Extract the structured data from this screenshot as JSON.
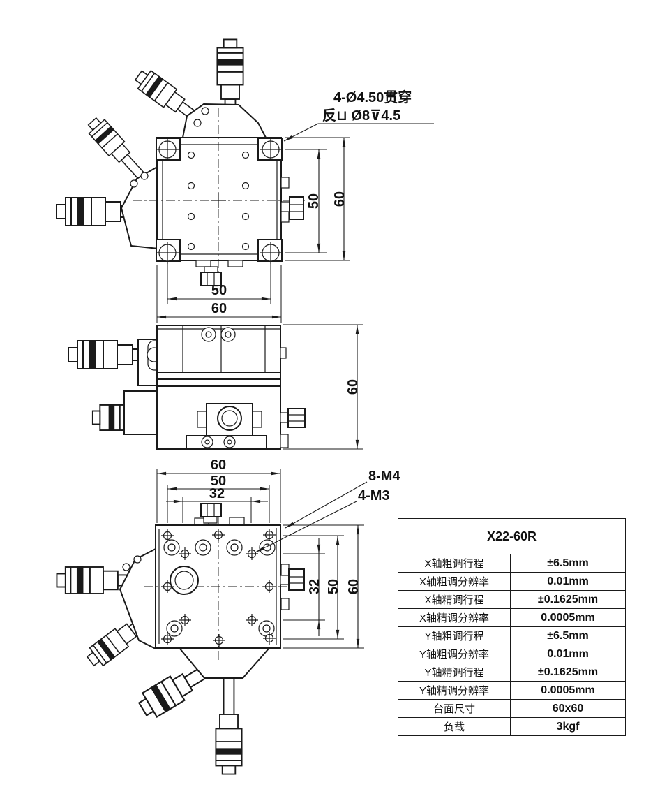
{
  "page": {
    "background": "#ffffff",
    "line_color": "#1a1a1a",
    "description": "Engineering drawing of XY positioning stage with three orthographic views and specification table"
  },
  "annotation": {
    "line1": "4-Ø4.50贯穿",
    "line2": "反⊔ Ø8⊽4.5"
  },
  "leaders": {
    "thread_m4": "8-M4",
    "thread_m3": "4-M3"
  },
  "top_view": {
    "dim_right_inner": "50",
    "dim_right_outer": "60",
    "dim_bottom_inner": "50",
    "dim_bottom_outer": "60"
  },
  "side_view": {
    "dim_right": "60"
  },
  "bottom_view": {
    "dim_top_outer": "60",
    "dim_top_middle": "50",
    "dim_top_inner": "32",
    "dim_right_inner": "32",
    "dim_right_middle": "50",
    "dim_right_outer": "60"
  },
  "spec_table": {
    "title": "X22-60R",
    "rows": [
      {
        "label": "X轴粗调行程",
        "value": "±6.5mm"
      },
      {
        "label": "X轴粗调分辨率",
        "value": "0.01mm"
      },
      {
        "label": "X轴精调行程",
        "value": "±0.1625mm"
      },
      {
        "label": "X轴精调分辨率",
        "value": "0.0005mm"
      },
      {
        "label": "Y轴粗调行程",
        "value": "±6.5mm"
      },
      {
        "label": "Y轴粗调分辨率",
        "value": "0.01mm"
      },
      {
        "label": "Y轴精调行程",
        "value": "±0.1625mm"
      },
      {
        "label": "Y轴精调分辨率",
        "value": "0.0005mm"
      },
      {
        "label": "台面尺寸",
        "value": "60x60"
      },
      {
        "label": "负载",
        "value": "3kgf"
      }
    ]
  }
}
